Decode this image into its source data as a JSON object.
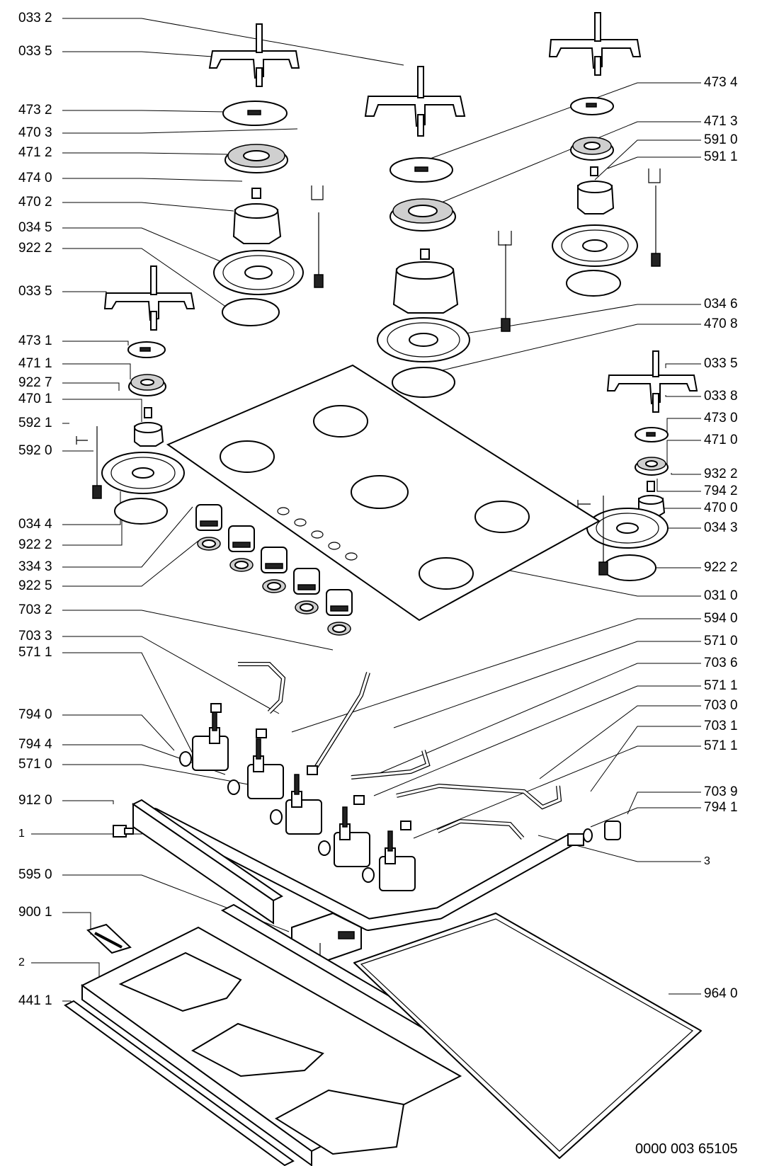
{
  "left_labels": [
    "033 2",
    "033 5",
    "473 2",
    "470 3",
    "471 2",
    "474 0",
    "470 2",
    "034 5",
    "922 2",
    "033 5",
    "473 1",
    "471 1",
    "922 7",
    "470 1",
    "592 1",
    "592 0",
    "034 4",
    "922 2",
    "334 3",
    "922 5",
    "703 2",
    "703 3",
    "571 1",
    "794 0",
    "794 4",
    "571 0",
    "912 0",
    "1",
    "595 0",
    "900 1",
    "2",
    "441 1"
  ],
  "right_labels": [
    "473 4",
    "471 3",
    "591 0",
    "591 1",
    "034 6",
    "470 8",
    "033 5",
    "033 8",
    "473 0",
    "471 0",
    "932 2",
    "794 2",
    "470 0",
    "034 3",
    "922 2",
    "031 0",
    "594 0",
    "571 0",
    "703 6",
    "571 1",
    "703 0",
    "703 1",
    "571 1",
    "703 9",
    "794 1",
    "3",
    "964 0"
  ],
  "document_number": "0000 003 65105"
}
